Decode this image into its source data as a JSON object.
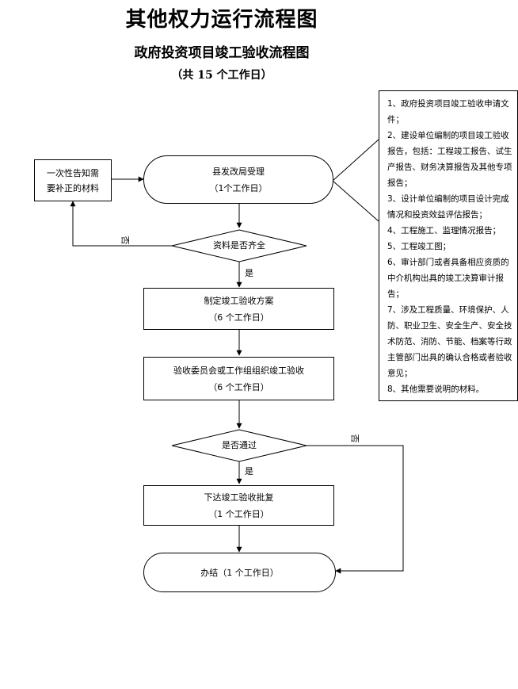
{
  "titles": {
    "main": "其他权力运行流程图",
    "sub": "政府投资项目竣工验收流程图",
    "days": "（共 15 个工作日）"
  },
  "nodes": {
    "accept": {
      "line1": "县发改局受理",
      "line2": "（1个工作日）"
    },
    "notice": {
      "line1": "一次性告知需",
      "line2": "要补正的材料"
    },
    "check_materials": {
      "text": "资料是否齐全"
    },
    "plan": {
      "line1": "制定竣工验收方案",
      "line2": "（6 个工作日）"
    },
    "inspect": {
      "line1": "验收委员会或工作组组织竣工验收",
      "line2": "（6 个工作日）"
    },
    "check_pass": {
      "text": "是否通过"
    },
    "approve": {
      "line1": "下达竣工验收批复",
      "line2": "（1 个工作日）"
    },
    "finish": {
      "text": "办结（1 个工作日）"
    }
  },
  "labels": {
    "yes1": "是",
    "no1": "否",
    "yes2": "是",
    "no2": "否"
  },
  "requirements": [
    "1、政府投资项目竣工验收申请文件；",
    "2、建设单位编制的项目竣工验收报告，包括：工程竣工报告、试生产报告、财务决算报告及其他专项报告；",
    "3、设计单位编制的项目设计完成情况和投资效益评估报告；",
    "4、工程施工、监理情况报告；",
    "5、工程竣工图；",
    "6、审计部门或者具备相应资质的中介机构出具的竣工决算审计报告；",
    "7、涉及工程质量、环境保护、人防、职业卫生、安全生产、安全技术防范、消防、节能、档案等行政主管部门出具的确认合格或者验收意见；",
    "8、其他需要说明的材料。"
  ]
}
